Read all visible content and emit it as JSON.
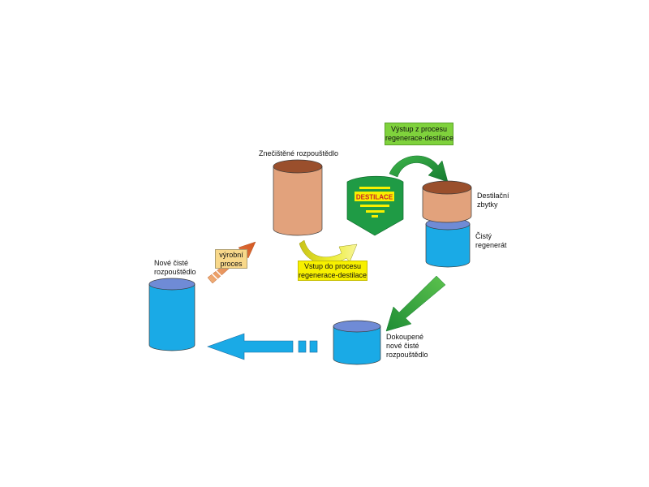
{
  "labels": {
    "new_solvent": [
      "Nové čisté",
      "rozpouštědlo"
    ],
    "process": [
      "výrobní",
      "proces"
    ],
    "contaminated": "Znečištěné rozpouštědlo",
    "distillation_tag": "DESTILACE",
    "input_box": [
      "Vstup do procesu",
      "regenerace-destilace"
    ],
    "output_box": [
      "Výstup z procesu",
      "regenerace-destilace"
    ],
    "residues": [
      "Destilační",
      "zbytky"
    ],
    "clean_regenerate": [
      "Čistý",
      "regenerát"
    ],
    "purchased": [
      "Dokoupené",
      "nové čisté",
      "rozpouštědlo"
    ]
  },
  "colors": {
    "blue_body": "#1aaae6",
    "blue_top": "#6f8bd6",
    "tan_body": "#e2a27c",
    "tan_top": "#9a4f2c",
    "green_dark": "#1f9b45",
    "green_light": "#3fb54a",
    "yellow": "#f7f000",
    "yellow_arrow": "#dfe020",
    "orange_arrow": "#d9642a",
    "output_green": "#7fd23c",
    "process_box": "#f8d88a"
  }
}
